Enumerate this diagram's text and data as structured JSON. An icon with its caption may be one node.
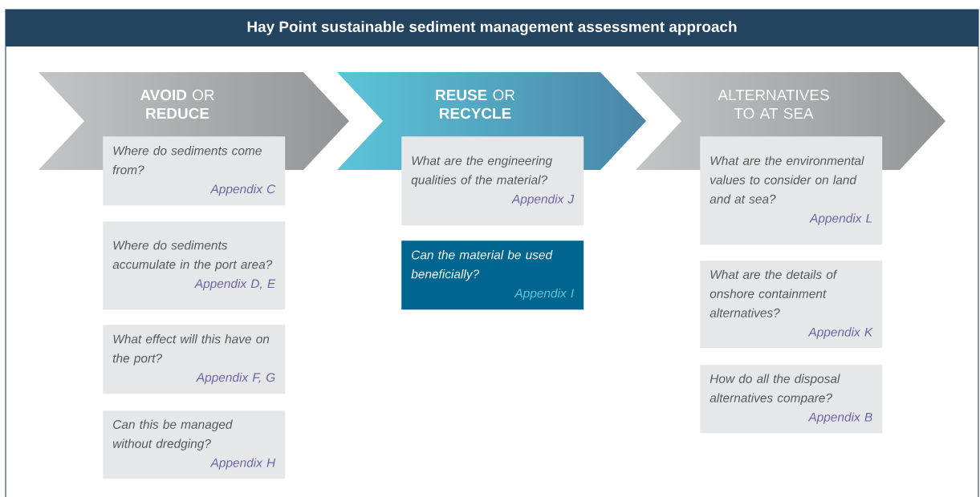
{
  "diagram": {
    "title": "Hay Point sustainable sediment management assessment approach",
    "nodes": [
      {
        "text": [
          "**AVOID** OR **REDUCE**"
        ]
      },
      {
        "text": [
          "Where do sediments come from?",
          "Appendix C"
        ]
      },
      {
        "text": [
          "Where do sediments accumulate in the port area?",
          "Appendix D, E"
        ]
      },
      {
        "text": [
          "What effect will this have on the port?",
          "Appendix F, G"
        ]
      },
      {
        "text": [
          "Can this be managed without dredging?",
          "Appendix H"
        ]
      },
      {
        "text": [
          "**REUSE** OR **RECYCLE**"
        ]
      },
      {
        "text": [
          "What are the engineering qualities of the material?",
          "Appendix J"
        ]
      },
      {
        "text": [
          "Can the material be used beneficially?",
          "Appendix I"
        ]
      },
      {
        "text": [
          "ALTERNATIVES TO AT SEA"
        ]
      },
      {
        "text": [
          "What are the environmental values to consider on land and at sea?",
          "Appendix L"
        ]
      },
      {
        "text": [
          "What are the details of onshore containment alternatives?",
          "Appendix K"
        ]
      },
      {
        "text": [
          "How do all the disposal alternatives compare?",
          "Appendix B"
        ]
      }
    ]
  }
}
